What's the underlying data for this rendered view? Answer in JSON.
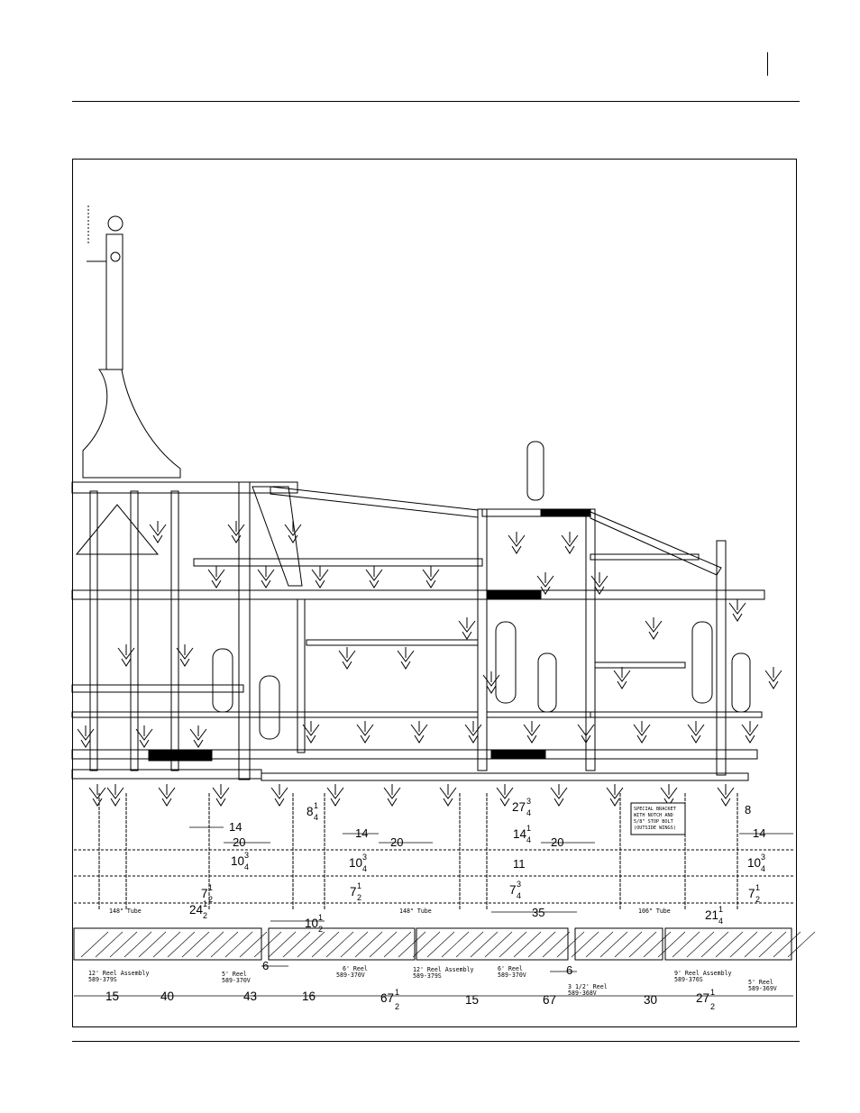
{
  "page": {
    "header_rule": true,
    "footer_rule": true
  },
  "drawing": {
    "row1": [
      {
        "text": "14",
        "id": "d-row1-0"
      },
      {
        "text": "20",
        "id": "d-row1-1"
      },
      {
        "text": "14",
        "id": "d-row1-2"
      },
      {
        "text": "20",
        "id": "d-row1-3"
      },
      {
        "text": "20",
        "id": "d-row1-4"
      },
      {
        "text": "14",
        "id": "d-row1-5"
      },
      {
        "text": "8",
        "id": "d-row1-6"
      }
    ],
    "fractions": {
      "f1": {
        "whole": "8",
        "num": "1",
        "den": "4"
      },
      "f2": {
        "whole": "27",
        "num": "3",
        "den": "4"
      },
      "f3": {
        "whole": "10",
        "num": "3",
        "den": "4"
      },
      "f4": {
        "whole": "14",
        "num": "1",
        "den": "4"
      },
      "f5": {
        "whole": "10",
        "num": "3",
        "den": "4"
      },
      "f6": {
        "whole": "10",
        "num": "3",
        "den": "4"
      },
      "f7": {
        "whole": "7",
        "num": "1",
        "den": "2"
      },
      "f8": {
        "whole": "7",
        "num": "1",
        "den": "2"
      },
      "f9": {
        "whole": "7",
        "num": "3",
        "den": "4"
      },
      "f10": {
        "whole": "7",
        "num": "1",
        "den": "2"
      },
      "f11": {
        "whole": "24",
        "num": "1",
        "den": "2"
      },
      "f12": {
        "whole": "10",
        "num": "1",
        "den": "2"
      },
      "f13": {
        "whole": "21",
        "num": "1",
        "den": "4"
      },
      "f14": {
        "whole": "67",
        "num": "1",
        "den": "2"
      },
      "f15": {
        "whole": "27",
        "num": "1",
        "den": "2"
      }
    },
    "plain": {
      "p11": "11",
      "p35": "35",
      "p6a": "6",
      "p6b": "6"
    },
    "bottom_dims": [
      "15",
      "40",
      "43",
      "16",
      "15",
      "67",
      "30"
    ],
    "tubes": [
      "148\" Tube",
      "148\" Tube",
      "106\" Tube"
    ],
    "bracket_note": [
      "SPECIAL BRACKET",
      "WITH NOTCH AND",
      "5/8\" STOP BOLT",
      "(OUTSIDE WINGS)"
    ],
    "reels": [
      {
        "name": "12' Reel Assembly",
        "part": "589-379S"
      },
      {
        "name": "5' Reel",
        "part": "589-370V"
      },
      {
        "name": "6' Reel",
        "part": "589-370V"
      },
      {
        "name": "12' Reel Assembly",
        "part": "589-379S"
      },
      {
        "name": "6' Reel",
        "part": "589-370V"
      },
      {
        "name": "3 1/2' Reel",
        "part": "589-368V"
      },
      {
        "name": "9' Reel Assembly",
        "part": "589-376S"
      },
      {
        "name": "5' Reel",
        "part": "589-369V"
      }
    ]
  }
}
